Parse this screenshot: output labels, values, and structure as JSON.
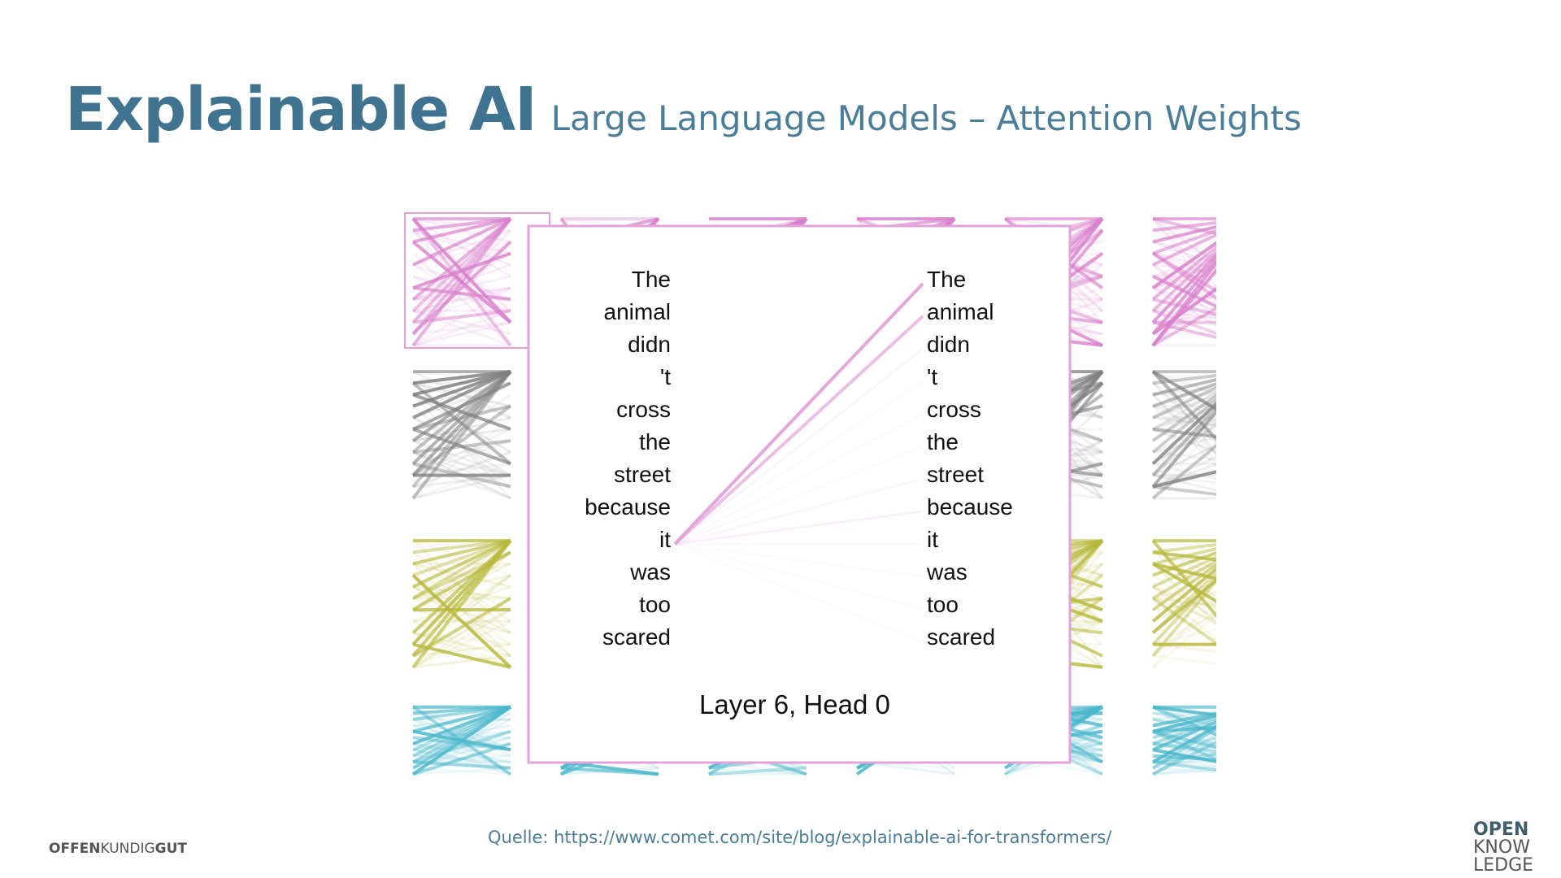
{
  "header": {
    "title": "Explainable AI",
    "subtitle": "Large Language Models – Attention Weights"
  },
  "figure": {
    "left_tokens": [
      "The",
      "animal",
      "didn",
      "'t",
      "cross",
      "the",
      "street",
      "because",
      "it",
      "was",
      "too",
      "scared"
    ],
    "right_tokens": [
      "The",
      "animal",
      "didn",
      "'t",
      "cross",
      "the",
      "street",
      "because",
      "it",
      "was",
      "too",
      "scared"
    ],
    "caption": "Layer 6, Head 0",
    "query_token_index": 8,
    "attention_from_query": [
      0.95,
      0.7,
      0.1,
      0.05,
      0.05,
      0.05,
      0.08,
      0.15,
      0.05,
      0.03,
      0.03,
      0.03
    ],
    "head_colors": [
      "#d97fcc",
      "#808080",
      "#b8b83a",
      "#4bb8cc"
    ],
    "highlight_color": "#e3a3da"
  },
  "footer": {
    "source": "Quelle: https://www.comet.com/site/blog/explainable-ai-for-transformers/",
    "left_logo": {
      "part1": "OFFEN",
      "part2": "KUNDIG",
      "part3": "GUT"
    },
    "right_logo": [
      "OPEN",
      "KNOW",
      "LEDGE"
    ]
  }
}
